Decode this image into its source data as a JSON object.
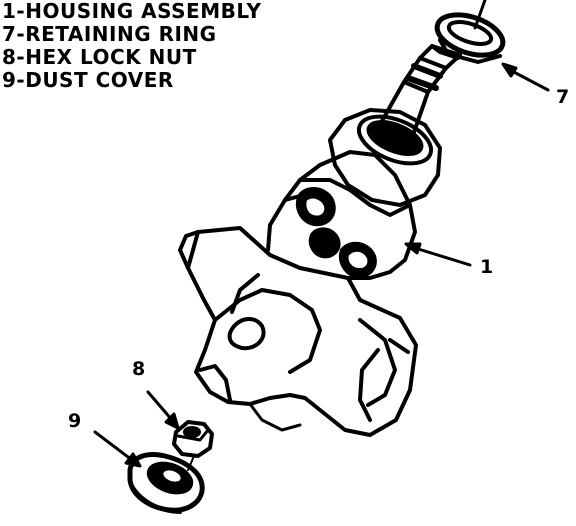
{
  "legend": [
    "1-HOUSING ASSEMBLY",
    "7-RETAINING RING",
    "8-HEX LOCK NUT",
    "9-DUST COVER"
  ],
  "callouts": {
    "housing": "1",
    "retaining_ring": "7",
    "hex_lock_nut": "8",
    "dust_cover": "9"
  }
}
